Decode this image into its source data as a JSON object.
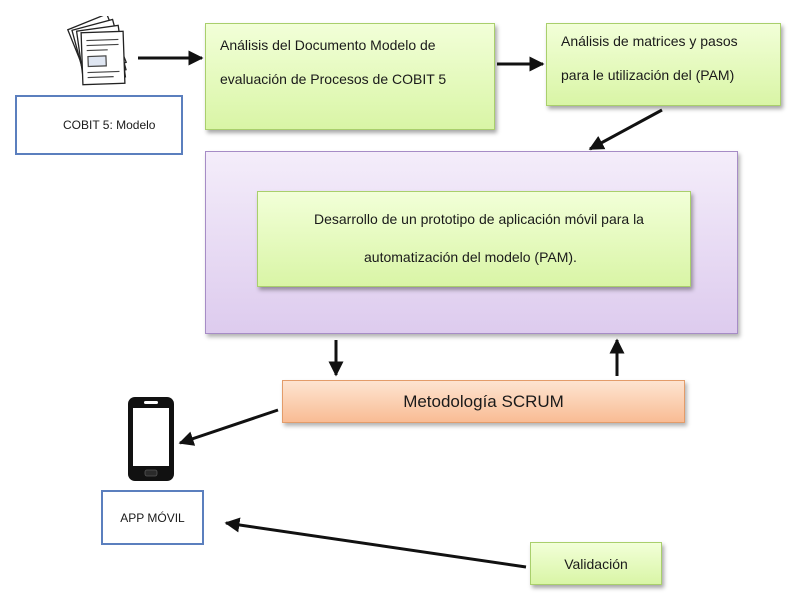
{
  "nodes": {
    "cobit_doc_label": "COBIT 5: Modelo",
    "analysis_document": {
      "line1": "Análisis del Documento Modelo de",
      "line2": "evaluación de Procesos de COBIT 5"
    },
    "analysis_matrices": {
      "line1": "Análisis de matrices y pasos",
      "line2": "para le utilización del (PAM)"
    },
    "prototype": {
      "line1": "Desarrollo de un prototipo de aplicación móvil para la",
      "line2": "automatización del modelo (PAM)."
    },
    "scrum": "Metodología SCRUM",
    "app_label": "APP MÓVIL",
    "validation": "Validación"
  },
  "icons": {
    "documents": "document-stack-icon",
    "phone": "smartphone-icon"
  },
  "colors": {
    "green_fill": "#d9f5a6",
    "purple_fill": "#ddcbee",
    "orange_fill": "#f9bc94",
    "label_border": "#5b7fbe",
    "arrow": "#111111"
  }
}
